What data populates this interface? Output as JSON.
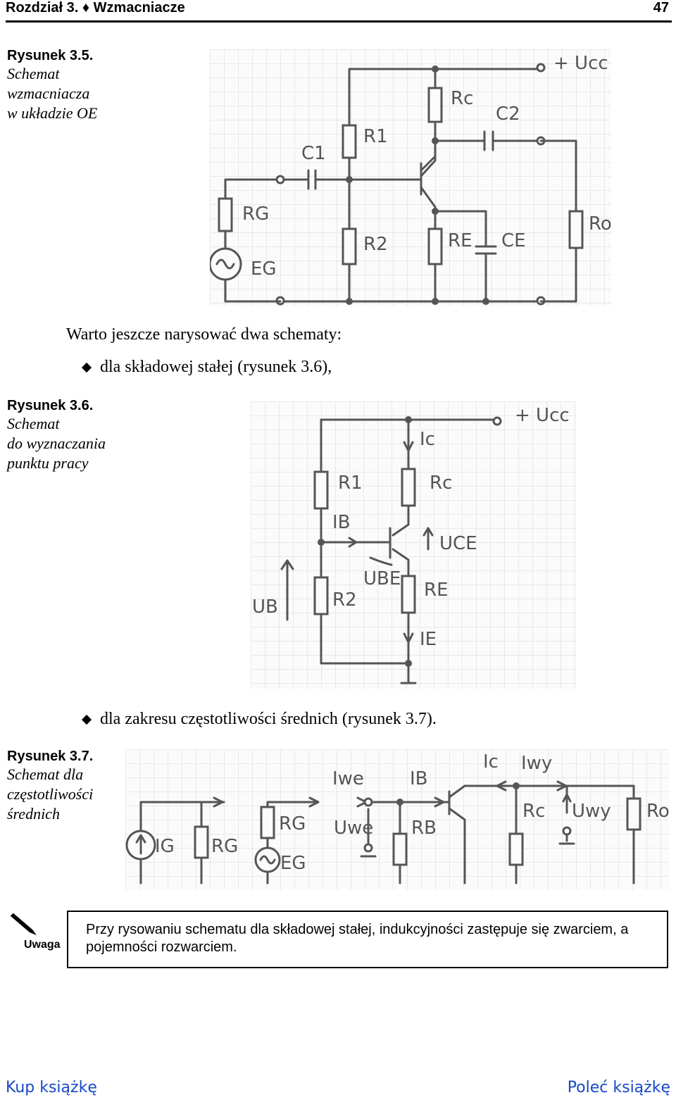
{
  "header": {
    "chapter": "Rozdział 3. ♦ Wzmacniacze",
    "page_number": "47"
  },
  "figure_3_5": {
    "title": "Rysunek 3.5.",
    "caption": [
      "Schemat",
      "wzmacniacza",
      "w układzie OE"
    ],
    "labels": {
      "ucc": "+ Ucc",
      "rc": "Rc",
      "c2": "C2",
      "r1": "R1",
      "c1": "C1",
      "rg": "RG",
      "r2": "R2",
      "re": "RE",
      "ce": "CE",
      "ro": "Ro",
      "eg": "EG"
    }
  },
  "intro_text": "Warto jeszcze narysować dwa schematy:",
  "bullet_1": "dla składowej stałej (rysunek 3.6),",
  "figure_3_6": {
    "title": "Rysunek 3.6.",
    "caption": [
      "Schemat",
      "do wyznaczania",
      "punktu pracy"
    ],
    "labels": {
      "ucc": "+ Ucc",
      "ic": "Ic",
      "r1": "R1",
      "rc": "Rc",
      "ib": "IB",
      "uce": "UCE",
      "ube": "UBE",
      "r2": "R2",
      "re": "RE",
      "ub": "UB",
      "ie": "IE"
    }
  },
  "bullet_2": "dla zakresu częstotliwości średnich (rysunek 3.7).",
  "figure_3_7": {
    "title": "Rysunek 3.7.",
    "caption": [
      "Schemat dla",
      "częstotliwości",
      "średnich"
    ],
    "labels": {
      "ig": "IG",
      "rg1": "RG",
      "rg2": "RG",
      "eg": "EG",
      "iwe": "Iwe",
      "uwe": "Uwe",
      "ib": "IB",
      "rb": "RB",
      "ic": "Ic",
      "iwy": "Iwy",
      "rc": "Rc",
      "uwy": "Uwy",
      "ro": "Ro"
    }
  },
  "note": {
    "label": "Uwaga",
    "text": "Przy rysowaniu schematu dla składowej stałej, indukcyjności zastępuje się zwarciem, a pojemności rozwarciem."
  },
  "footer": {
    "left_link": "Kup książkę",
    "right_link": "Poleć książkę"
  }
}
